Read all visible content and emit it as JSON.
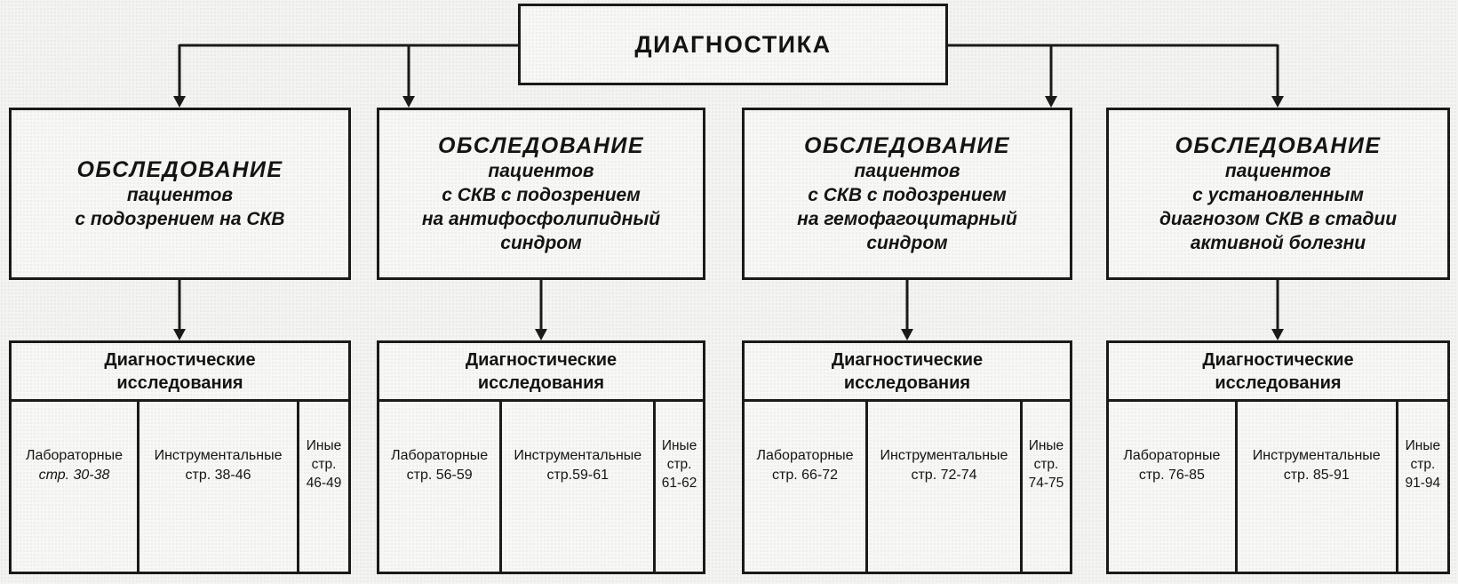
{
  "palette": {
    "border_color": "#1a1a1a",
    "box_fill": "#f7f7f5",
    "page_background": "#f3f3f1",
    "text_color": "#141414"
  },
  "root": {
    "title": "ДИАГНОСТИКА"
  },
  "exam_boxes": [
    {
      "title": "ОБСЛЕДОВАНИЕ",
      "subtitle": "пациентов\nс подозрением на СКВ"
    },
    {
      "title": "ОБСЛЕДОВАНИЕ",
      "subtitle": "пациентов\nс СКВ с подозрением\nна антифосфолипидный\nсиндром"
    },
    {
      "title": "ОБСЛЕДОВАНИЕ",
      "subtitle": "пациентов\nс СКВ с подозрением\nна гемофагоцитарный\nсиндром"
    },
    {
      "title": "ОБСЛЕДОВАНИЕ",
      "subtitle": "пациентов\nс установленным\nдиагнозом СКВ в стадии\nактивной болезни"
    }
  ],
  "research_groups": [
    {
      "header": "Диагностические\nисследования",
      "columns": [
        {
          "label": "Лабораторные",
          "pages": "стр. 30-38"
        },
        {
          "label": "Инструментальные",
          "pages": "стр. 38-46"
        },
        {
          "label": "Иные",
          "pages": "стр.\n46-49"
        }
      ]
    },
    {
      "header": "Диагностические\nисследования",
      "columns": [
        {
          "label": "Лабораторные",
          "pages": "стр. 56-59"
        },
        {
          "label": "Инструментальные",
          "pages": "стр.59-61"
        },
        {
          "label": "Иные",
          "pages": "стр.\n61-62"
        }
      ]
    },
    {
      "header": "Диагностические\nисследования",
      "columns": [
        {
          "label": "Лабораторные",
          "pages": "стр. 66-72"
        },
        {
          "label": "Инструментальные",
          "pages": "стр. 72-74"
        },
        {
          "label": "Иные",
          "pages": "стр.\n74-75"
        }
      ]
    },
    {
      "header": "Диагностические\nисследования",
      "columns": [
        {
          "label": "Лабораторные",
          "pages": "стр. 76-85"
        },
        {
          "label": "Инструментальные",
          "pages": "стр. 85-91"
        },
        {
          "label": "Иные",
          "pages": "стр.\n91-94"
        }
      ]
    }
  ]
}
